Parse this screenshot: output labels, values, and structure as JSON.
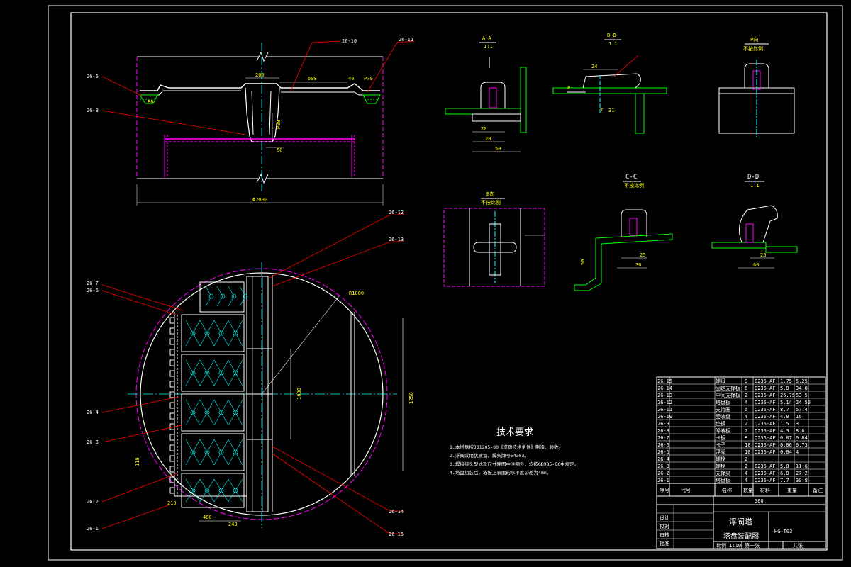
{
  "drawing": {
    "top_callouts": {
      "c_26_10": "26-10",
      "c_26_11": "26-11",
      "c_26_5": "26-5",
      "c_26_8": "26-8"
    },
    "top_dims": {
      "d200": "200",
      "d600": "600",
      "d40": "40",
      "d70": "P70",
      "d50": "50",
      "d80": "80",
      "d_dia": "Φ2000"
    },
    "plan_callouts": {
      "c_26_12": "26-12",
      "c_26_13": "26-13",
      "c_26_7": "26-7",
      "c_26_6": "26-6",
      "c_26_4": "26-4",
      "c_26_3": "26-3",
      "c_26_2": "26-2",
      "c_26_1": "26-1",
      "c_26_14": "26-14",
      "c_26_15": "26-15",
      "r_label": "R1000"
    },
    "plan_dims": {
      "d1000": "1000",
      "d1250": "1250",
      "d110": "110",
      "d210": "210",
      "d240": "240",
      "d480": "480"
    },
    "sections": {
      "aa_title": "A-A",
      "aa_scale": "1:1",
      "aa_d20a": "20",
      "aa_d20b": "20",
      "aa_d50": "50",
      "bb_title": "B-B",
      "bb_scale": "1:1",
      "bb_d24": "24",
      "bb_d7": "7",
      "bb_d31": "31",
      "bb_p": "P",
      "p_title": "P向",
      "p_scale": "不按比例",
      "b_title": "B向",
      "b_scale": "不按比例",
      "cc_title": "C-C",
      "cc_scale": "不按比例",
      "cc_d25": "25",
      "cc_d30": "30",
      "cc_d50": "50",
      "dd_title": "D-D",
      "dd_scale": "1:1",
      "dd_d25": "25",
      "dd_d60": "60"
    },
    "requirements": {
      "title": "技术要求",
      "line1": "1.本塔盘按JB1205-80《塔盘技术条件》制造、验收。",
      "line2": "2.浮阀采用优质钢，焊条牌号E4303。",
      "line3": "3.焊接接头型式及尺寸除图中注明外，均按GB985-80中规定。",
      "line4": "4.塔盘组装后，塔板上表面的水平度公差为4mm。"
    },
    "parts": [
      {
        "no": "26-15",
        "name": "螺母",
        "qty": "9",
        "mat": "Q235-AF",
        "w1": "1.75",
        "w2": "5.25"
      },
      {
        "no": "26-14",
        "name": "固定支撑板",
        "qty": "6",
        "mat": "Q235-AF",
        "w1": "5.8",
        "w2": "34.8"
      },
      {
        "no": "26-13",
        "name": "中间支撑板",
        "qty": "2",
        "mat": "Q235-AF",
        "w1": "26.75",
        "w2": "53.5"
      },
      {
        "no": "26-12",
        "name": "塔盘板",
        "qty": "4",
        "mat": "Q235-AF",
        "w1": "5.14",
        "w2": "24.56"
      },
      {
        "no": "26-11",
        "name": "支持圈",
        "qty": "6",
        "mat": "Q235-AF",
        "w1": "8.7",
        "w2": "57.4"
      },
      {
        "no": "26-10",
        "name": "受液盘",
        "qty": "4",
        "mat": "Q235-AF",
        "w1": "4.0",
        "w2": "16"
      },
      {
        "no": "26-9",
        "name": "垫板",
        "qty": "2",
        "mat": "Q235-AF",
        "w1": "1.5",
        "w2": "3"
      },
      {
        "no": "26-8",
        "name": "降液板",
        "qty": "2",
        "mat": "Q235-AF",
        "w1": "4.3",
        "w2": "8.6"
      },
      {
        "no": "26-7",
        "name": "卡板",
        "qty": "8",
        "mat": "Q235-AF",
        "w1": "0.07",
        "w2": "0.84"
      },
      {
        "no": "26-6",
        "name": "卡子",
        "qty": "18",
        "mat": "Q235-AF",
        "w1": "0.06",
        "w2": "0.73"
      },
      {
        "no": "26-5",
        "name": "浮阀",
        "qty": "10",
        "mat": "Q235-AF",
        "w1": "0.04",
        "w2": "4"
      },
      {
        "no": "26-4",
        "name": "螺栓",
        "qty": "2",
        "mat": "",
        "w1": "",
        "w2": ""
      },
      {
        "no": "26-3",
        "name": "螺栓",
        "qty": "2",
        "mat": "Q235-AF",
        "w1": "5.8",
        "w2": "11.6"
      },
      {
        "no": "26-2",
        "name": "支撑梁",
        "qty": "4",
        "mat": "Q235-AF",
        "w1": "6.8",
        "w2": "27.2"
      },
      {
        "no": "26-1",
        "name": "塔盘板",
        "qty": "4",
        "mat": "Q235-AF",
        "w1": "7.7",
        "w2": "30.8"
      }
    ],
    "parts_header": {
      "seq": "序号",
      "code": "代号",
      "name": "名称",
      "qty": "数量",
      "mat": "材料",
      "weight": "重量",
      "note": "备注"
    },
    "title_block": {
      "project": "浮阀塔",
      "drawing_name": "塔盘装配图",
      "drawing_no": "HG-T03",
      "scale": "比例 1:10",
      "sheet": "第一张",
      "sheets": "共张",
      "design": "设计",
      "check": "校对",
      "review": "审核",
      "approve": "批准",
      "total_weight": "360"
    }
  }
}
